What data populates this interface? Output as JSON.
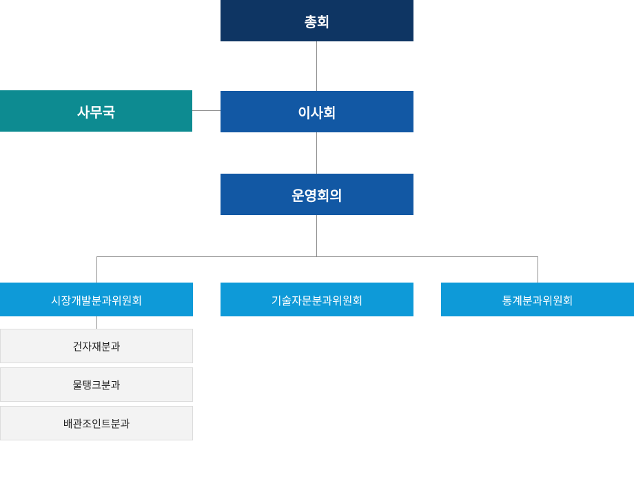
{
  "org_chart": {
    "general_assembly": "총회",
    "board": "이사회",
    "secretariat": "사무국",
    "steering_committee": "운영회의",
    "committees": [
      {
        "label": "시장개발분과위원회"
      },
      {
        "label": "기술자문분과위원회"
      },
      {
        "label": "통계분과위원회"
      }
    ],
    "subcommittees": [
      {
        "label": "건자재분과"
      },
      {
        "label": "물탱크분과"
      },
      {
        "label": "배관조인트분과"
      }
    ]
  }
}
